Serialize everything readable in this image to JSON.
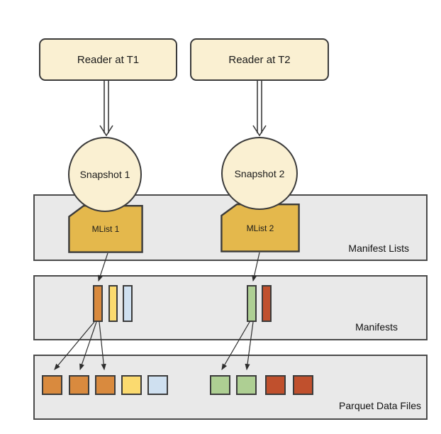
{
  "diagram": {
    "readers": [
      {
        "label": "Reader at T1"
      },
      {
        "label": "Reader at T2"
      }
    ],
    "snapshots": [
      {
        "label": "Snapshot 1"
      },
      {
        "label": "Snapshot 2"
      }
    ],
    "manifest_lists": [
      {
        "label": "MList 1"
      },
      {
        "label": "MList 2"
      }
    ],
    "bands": [
      {
        "label": "Manifest Lists"
      },
      {
        "label": "Manifests"
      },
      {
        "label": "Parquet Data Files"
      }
    ],
    "manifests": {
      "snapshot1": [
        "orange",
        "yellow",
        "blue"
      ],
      "snapshot2": [
        "green",
        "red"
      ]
    },
    "parquet_files": {
      "snapshot1": [
        "orange",
        "orange",
        "orange",
        "yellow",
        "blue"
      ],
      "snapshot2": [
        "green",
        "green",
        "red",
        "red"
      ]
    },
    "colors": {
      "orange": "#D98A3E",
      "yellow": "#FBDA6F",
      "blue": "#CFE0F0",
      "green": "#AECF93",
      "red": "#C0502D",
      "gold": "#E4B84C",
      "cream": "#FAF0D2",
      "band_fill": "#E9E9E9",
      "border_dark": "#3B3B3B"
    }
  }
}
